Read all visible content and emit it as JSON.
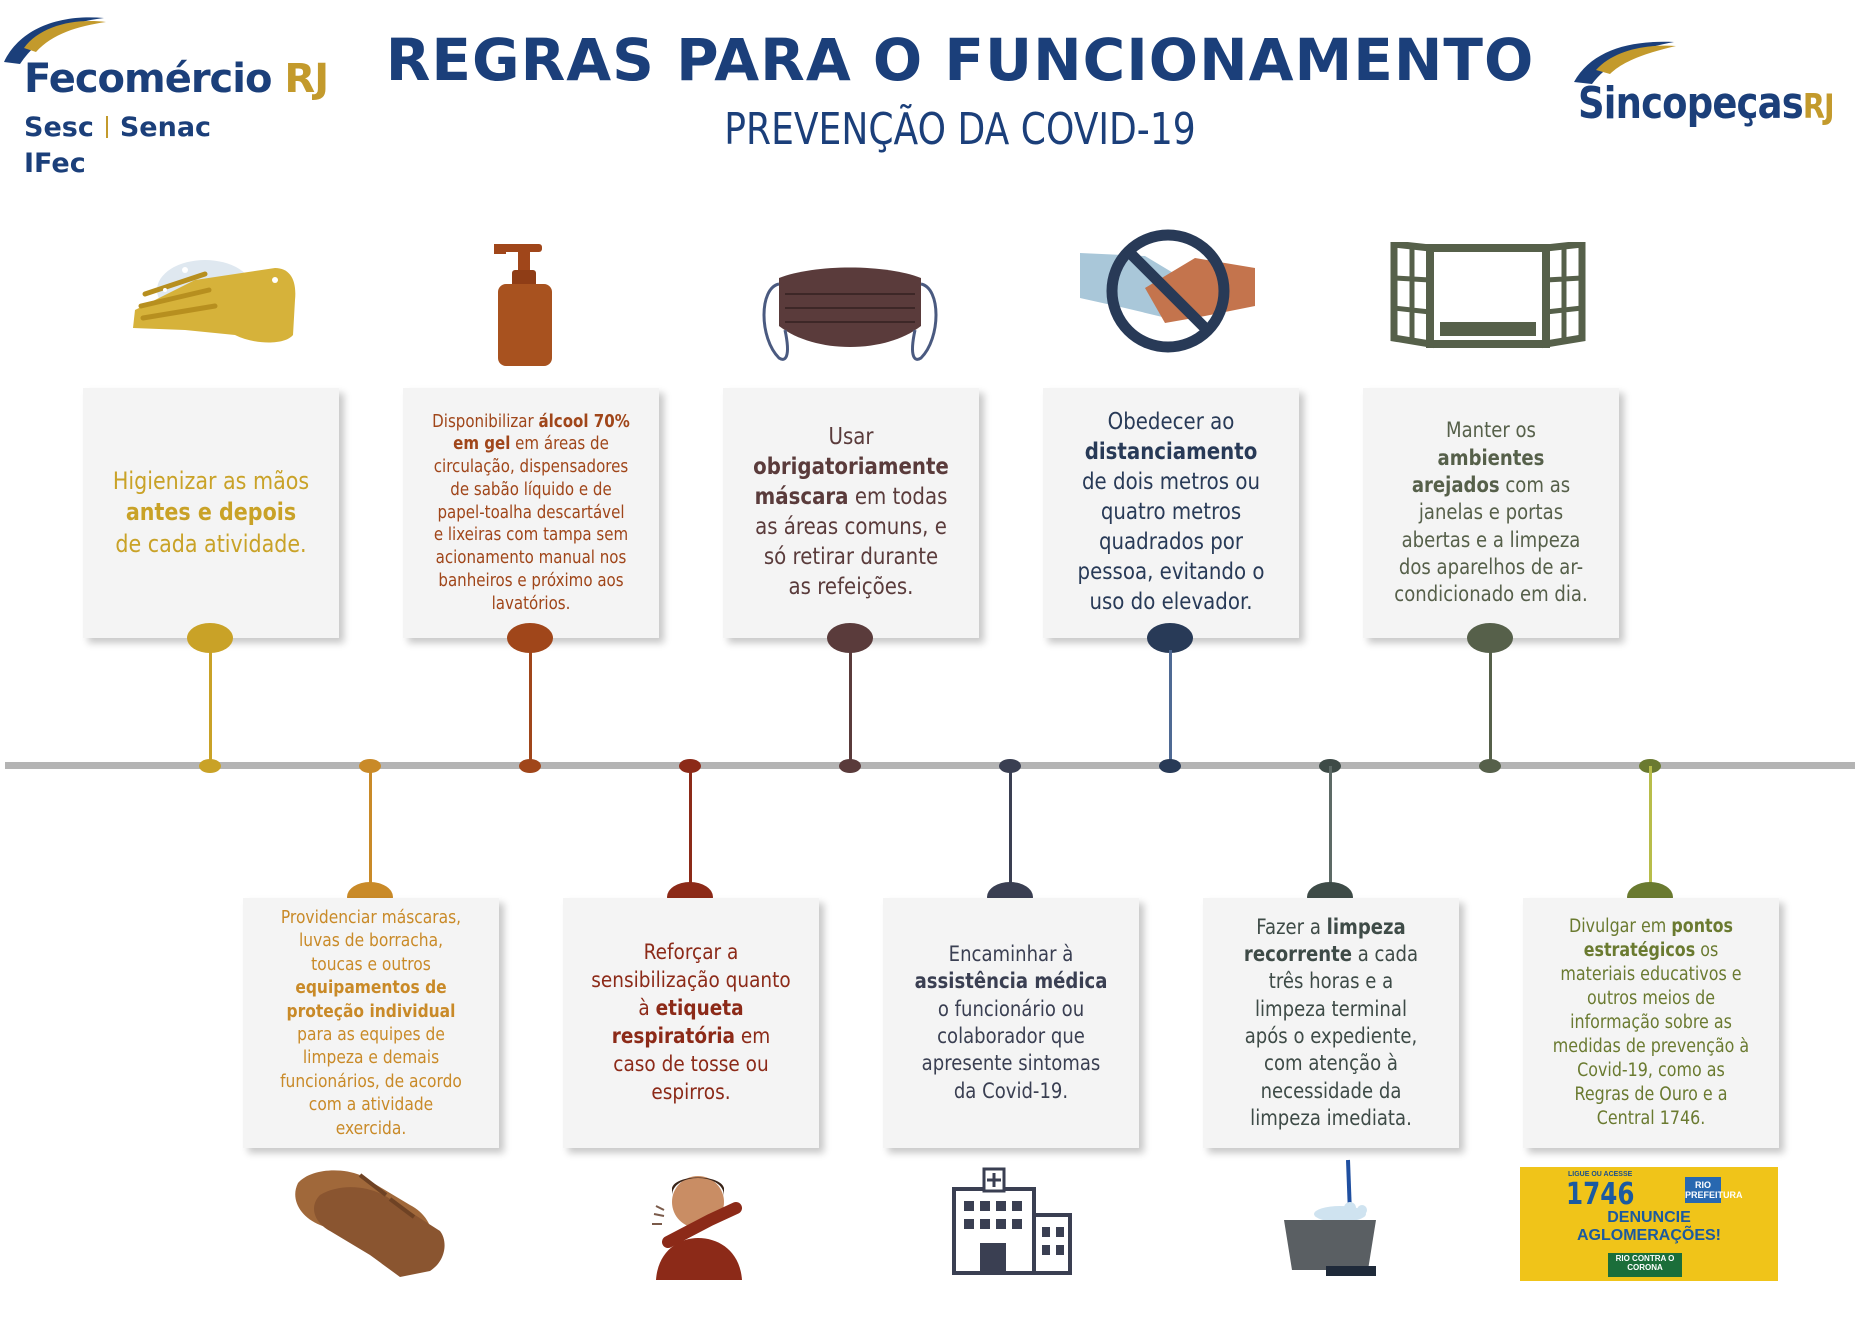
{
  "header": {
    "title": "REGRAS PARA O FUNCIONAMENTO",
    "subtitle": "PREVENÇÃO DA COVID-19"
  },
  "logo_left": {
    "name": "Fecomércio",
    "name_suffix": "RJ",
    "line2_a": "Sesc",
    "line2_b": "Senac",
    "line3": "IFec"
  },
  "logo_right": {
    "name": "Sincopeças",
    "name_suffix": "RJ"
  },
  "colors": {
    "brand_blue": "#1b3f7a",
    "brand_gold": "#c39a2c",
    "timeline": "#b4b4b4",
    "card_bg": "#f4f4f4"
  },
  "cards_top": [
    {
      "icon": "hand-washing-icon",
      "color": "#c9a227",
      "runs": [
        {
          "t": "Higienizar as mãos "
        },
        {
          "t": "antes e depois",
          "b": true
        },
        {
          "t": " de cada atividade."
        }
      ]
    },
    {
      "icon": "alcohol-gel-bottle-icon",
      "color": "#a0461a",
      "runs": [
        {
          "t": "Disponibilizar "
        },
        {
          "t": "álcool 70% em gel",
          "b": true
        },
        {
          "t": " em áreas de circulação, dispensadores de sabão líquido e de papel-toalha descartável e lixeiras com tampa sem acionamento manual nos banheiros e próximo aos lavatórios."
        }
      ]
    },
    {
      "icon": "face-mask-icon",
      "color": "#5a3b3b",
      "runs": [
        {
          "t": "Usar "
        },
        {
          "t": "obrigatoriamente máscara",
          "b": true
        },
        {
          "t": " em todas as áreas comuns, e só retirar durante as refeições."
        }
      ]
    },
    {
      "icon": "no-handshake-icon",
      "color": "#283a57",
      "runs": [
        {
          "t": "Obedecer ao "
        },
        {
          "t": "distanciamento",
          "b": true
        },
        {
          "t": " de dois metros ou quatro metros quadrados por pessoa, evitando o uso do elevador."
        }
      ]
    },
    {
      "icon": "open-window-icon",
      "color": "#56604a",
      "runs": [
        {
          "t": "Manter os "
        },
        {
          "t": "ambientes arejados",
          "b": true
        },
        {
          "t": " com as janelas e portas abertas e a limpeza dos aparelhos de ar-condicionado em dia."
        }
      ]
    }
  ],
  "cards_bottom": [
    {
      "icon": "rubber-gloves-icon",
      "color": "#c98a28",
      "runs": [
        {
          "t": "Providenciar máscaras, luvas de borracha, toucas e outros "
        },
        {
          "t": "equipamentos de proteção individual",
          "b": true
        },
        {
          "t": " para as equipes de limpeza e demais funcionários, de acordo com a atividade exercida."
        }
      ]
    },
    {
      "icon": "person-coughing-icon",
      "color": "#8c2a18",
      "runs": [
        {
          "t": "Reforçar a sensibilização quanto à "
        },
        {
          "t": "etiqueta respiratória",
          "b": true
        },
        {
          "t": " em caso de tosse ou espirros."
        }
      ]
    },
    {
      "icon": "hospital-building-icon",
      "color": "#3a3f52",
      "runs": [
        {
          "t": "Encaminhar à "
        },
        {
          "t": "assistência médica",
          "b": true
        },
        {
          "t": " o funcionário ou colaborador que apresente sintomas da Covid-19."
        }
      ]
    },
    {
      "icon": "mop-bucket-icon",
      "color": "#3e4b47",
      "runs": [
        {
          "t": "Fazer a "
        },
        {
          "t": "limpeza recorrente",
          "b": true
        },
        {
          "t": " a cada três horas e a limpeza terminal após o expediente, com atenção à necessidade da limpeza imediata."
        }
      ]
    },
    {
      "icon": "info-poster-icon",
      "color": "#6a7a30",
      "runs": [
        {
          "t": "Divulgar em "
        },
        {
          "t": "pontos estratégicos",
          "b": true
        },
        {
          "t": " os materiais educativos e outros meios de informação sobre as medidas de prevenção à Covid-19, como as Regras de Ouro e a Central 1746."
        }
      ]
    }
  ],
  "poster": {
    "top_line": "LIGUE OU ACESSE",
    "number": "1746",
    "badge": "RIO PREFEITURA",
    "line1": "DENUNCIE",
    "line2": "AGLOMERAÇÕES!",
    "footer": "RIO CONTRA O CORONA"
  }
}
